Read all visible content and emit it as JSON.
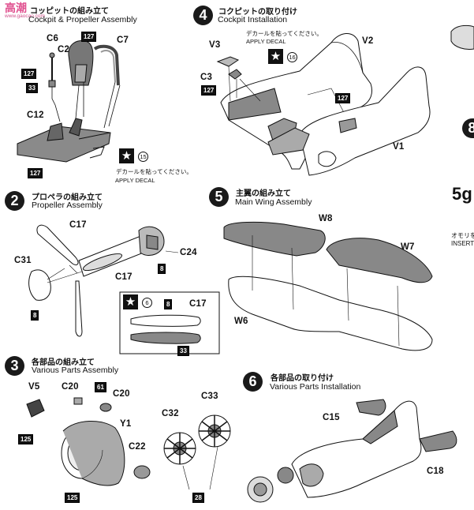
{
  "watermark": {
    "logo": "高潮",
    "url": "www.gaocao.com"
  },
  "step1": {
    "jp": "コッピットの組み立て",
    "en": "Cockpit & Propeller Assembly",
    "labels": [
      "C6",
      "C2",
      "C7",
      "C12"
    ],
    "parts_127": "127",
    "parts_33": "33",
    "decal_num": "15",
    "decal_jp": "デカールを貼ってください。",
    "decal_en": "APPLY DECAL"
  },
  "step4": {
    "num": "4",
    "jp": "コクピットの取り付け",
    "en": "Cockpit Installation",
    "labels": [
      "V3",
      "C3",
      "V2",
      "V1"
    ],
    "decal_num": "16",
    "decal_jp": "デカールを貼ってください。",
    "decal_en": "APPLY DECAL",
    "part": "127"
  },
  "step2": {
    "num": "2",
    "jp": "プロペラの組み立て",
    "en": "Propeller Assembly",
    "labels": [
      "C17",
      "C31",
      "C24",
      "C17",
      "C17"
    ],
    "part8": "8",
    "decal_num": "6",
    "part33": "33"
  },
  "step5": {
    "num": "5",
    "jp": "主翼の組み立て",
    "en": "Main Wing Assembly",
    "labels": [
      "W8",
      "W7",
      "W6"
    ]
  },
  "step3": {
    "num": "3",
    "jp": "各部品の組み立て",
    "en": "Various Parts Assembly",
    "labels": [
      "V5",
      "C20",
      "C20",
      "Y1",
      "C32",
      "C33",
      "C22"
    ],
    "parts": [
      "61",
      "125",
      "125",
      "28"
    ]
  },
  "step6": {
    "num": "6",
    "jp": "各部品の取り付け",
    "en": "Various Parts Installation",
    "labels": [
      "C15",
      "C18"
    ]
  },
  "right_edge": {
    "num": "8",
    "weight": "5g",
    "jp": "オモリを",
    "en": "INSERT"
  }
}
